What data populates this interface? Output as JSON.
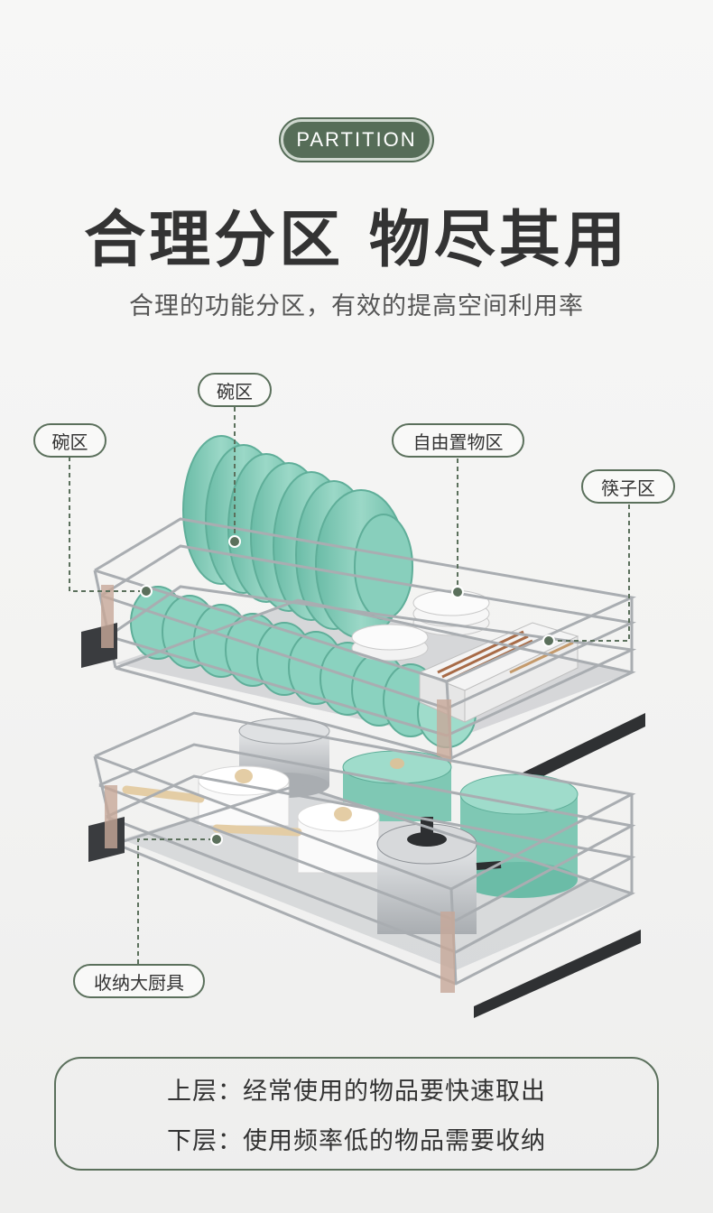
{
  "badge": "PARTITION",
  "title": "合理分区 物尽其用",
  "subtitle": "合理的功能分区，有效的提高空间利用率",
  "labels": {
    "bowl_zone_left": "碗区",
    "bowl_zone_top": "碗区",
    "free_zone": "自由置物区",
    "chopstick_zone": "筷子区",
    "cookware_zone": "收纳大厨具"
  },
  "notes": {
    "upper": "上层：经常使用的物品要快速取出",
    "lower": "下层：使用频率低的物品需要收纳"
  },
  "colors": {
    "accent": "#566d58",
    "plate": "#7fc8b4",
    "steel": "#b9bcbf"
  }
}
